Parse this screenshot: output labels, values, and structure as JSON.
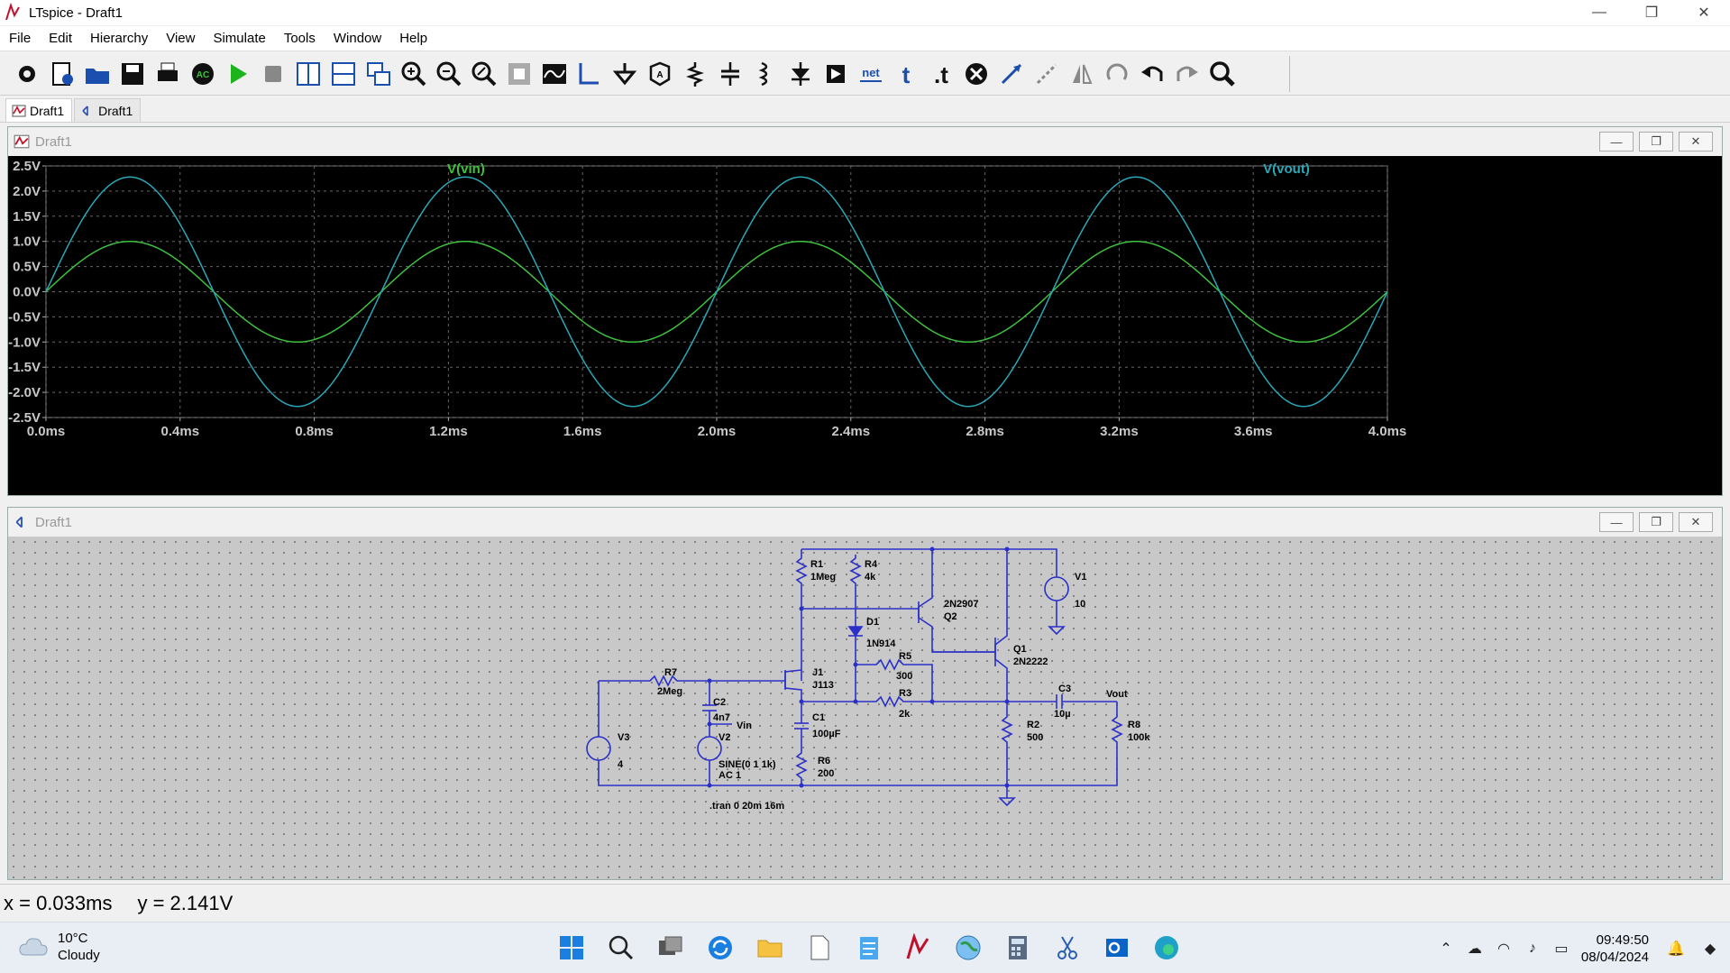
{
  "window": {
    "title": "LTspice - Draft1"
  },
  "menu": [
    "File",
    "Edit",
    "Hierarchy",
    "View",
    "Simulate",
    "Tools",
    "Window",
    "Help"
  ],
  "toolbar_icons": [
    "gear-icon",
    "new-schematic-icon",
    "open-icon",
    "save-icon",
    "print-icon",
    "ac-icon",
    "run-icon",
    "halt-icon",
    "tile-vertical-icon",
    "tile-horizontal-icon",
    "cascade-icon",
    "zoom-in-icon",
    "zoom-out-icon",
    "zoom-fit-icon",
    "zoom-area-icon",
    "autorange-icon",
    "wire-icon",
    "ground-icon",
    "label-icon",
    "resistor-icon",
    "capacitor-icon",
    "inductor-icon",
    "diode-icon",
    "component-icon",
    "netname-icon",
    "text-icon",
    "spice-directive-icon",
    "delete-icon",
    "move-icon",
    "drag-icon",
    "mirror-icon",
    "rotate-icon",
    "undo-icon",
    "redo-icon",
    "find-icon"
  ],
  "tabs": [
    {
      "label": "Draft1",
      "kind": "waveform"
    },
    {
      "label": "Draft1",
      "kind": "schematic"
    }
  ],
  "waveform_window": {
    "title": "Draft1"
  },
  "schematic_window": {
    "title": "Draft1"
  },
  "chart_data": {
    "type": "line",
    "title": "",
    "xlabel": "",
    "ylabel": "",
    "x_unit": "ms",
    "xlim": [
      0.0,
      4.0
    ],
    "ylim": [
      -2.5,
      2.5
    ],
    "grid": true,
    "x_ticks": [
      "0.0ms",
      "0.4ms",
      "0.8ms",
      "1.2ms",
      "1.6ms",
      "2.0ms",
      "2.4ms",
      "2.8ms",
      "3.2ms",
      "3.6ms",
      "4.0ms"
    ],
    "y_ticks": [
      "2.5V",
      "2.0V",
      "1.5V",
      "1.0V",
      "0.5V",
      "0.0V",
      "-0.5V",
      "-1.0V",
      "-1.5V",
      "-2.0V",
      "-2.5V"
    ],
    "x_tick_values": [
      0.0,
      0.4,
      0.8,
      1.2,
      1.6,
      2.0,
      2.4,
      2.8,
      3.2,
      3.6,
      4.0
    ],
    "y_tick_values": [
      2.5,
      2.0,
      1.5,
      1.0,
      0.5,
      0.0,
      -0.5,
      -1.0,
      -1.5,
      -2.0,
      -2.5
    ],
    "series": [
      {
        "name": "V(vin)",
        "color": "#3ec23e",
        "amplitude": 1.0,
        "frequency_khz": 1,
        "phase_deg": 0
      },
      {
        "name": "V(vout)",
        "color": "#2aa8b8",
        "amplitude": 2.28,
        "frequency_khz": 1,
        "phase_deg": 0
      }
    ],
    "legend": "top"
  },
  "schematic": {
    "labels": {
      "r1": "R1",
      "r1v": "1Meg",
      "r4": "R4",
      "r4v": "4k",
      "q2v": "2N2907",
      "q2": "Q2",
      "d1": "D1",
      "d1v": "1N914",
      "r5": "R5",
      "r5v": "300",
      "q1": "Q1",
      "q1v": "2N2222",
      "j1": "J1",
      "j1v": "J113",
      "r7": "R7",
      "r7v": "2Meg",
      "c2": "C2",
      "c2v": "4n7",
      "vin": "Vin",
      "v2": "V2",
      "v2v": "SINE(0 1 1k)",
      "v2ac": "AC 1",
      "v3": "V3",
      "v3v": "4",
      "r3": "R3",
      "r3v": "2k",
      "c1": "C1",
      "c1v": "100µF",
      "r6": "R6",
      "r6v": "200",
      "c3": "C3",
      "c3v": "10µ",
      "vout": "Vout",
      "r2": "R2",
      "r2v": "500",
      "r8": "R8",
      "r8v": "100k",
      "v1": "V1",
      "v1v": "10",
      "tran": ".tran 0 20m 16m"
    }
  },
  "status": {
    "x": "x = 0.033ms",
    "y": "y = 2.141V"
  },
  "taskbar": {
    "weather_temp": "10°C",
    "weather_desc": "Cloudy",
    "time": "09:49:50",
    "date": "08/04/2024"
  }
}
